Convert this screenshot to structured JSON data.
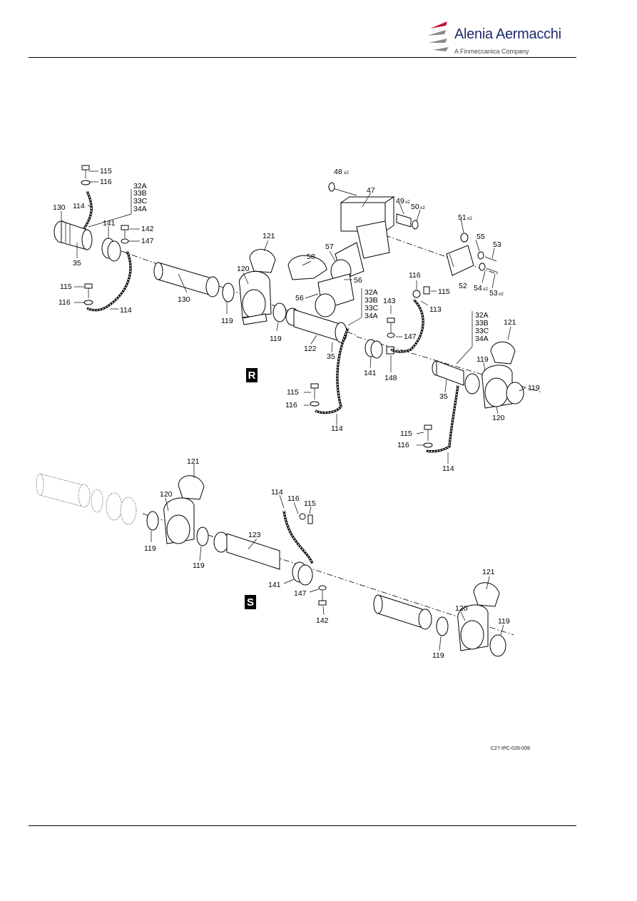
{
  "header": {
    "brand": "Alenia Aermacchi",
    "tagline": "A Finmeccanica Company"
  },
  "figure": {
    "reference": "C27-IPC-026-009",
    "view_r": "R",
    "view_s": "S",
    "labels": {
      "l48": "48",
      "l48q": "x2",
      "l47": "47",
      "l49": "49",
      "l49q": "x2",
      "l50": "50",
      "l50q": "x2",
      "l51": "51",
      "l51q": "x2",
      "l55": "55",
      "l53a": "53",
      "l52": "52",
      "l54": "54",
      "l54q": "x2",
      "l53b": "53",
      "l53bq": "x2",
      "l121a": "121",
      "l58": "58",
      "l57": "57",
      "l120a": "120",
      "l56a": "56",
      "l56b": "56",
      "l115a": "115",
      "l116a": "116",
      "l114a": "114",
      "l130a": "130",
      "l141a": "141",
      "l142a": "142",
      "l147a": "147",
      "l35a": "35",
      "l115b": "115",
      "l116b": "116",
      "l114b": "114",
      "l130b": "130",
      "l119a": "119",
      "l119b": "119",
      "p1": [
        "32A",
        "33B",
        "33C",
        "34A"
      ],
      "p2": [
        "32A",
        "33B",
        "33C",
        "34A"
      ],
      "p3": [
        "32A",
        "33B",
        "33C",
        "34A"
      ],
      "l116c": "116",
      "l115c": "115",
      "l113": "113",
      "l143": "143",
      "l147b": "147",
      "l122": "122",
      "l35b": "35",
      "l141b": "141",
      "l148": "148",
      "l115d": "115",
      "l116d": "116",
      "l114c": "114",
      "l121b": "121",
      "l119c": "119",
      "l119d": "119",
      "l35c": "35",
      "l120b": "120",
      "l115e": "115",
      "l116e": "116",
      "l114d": "114",
      "l121c": "121",
      "l120c": "120",
      "l119e": "119",
      "l119f": "119",
      "l114e": "114",
      "l116f": "116",
      "l115f": "115",
      "l123": "123",
      "l141c": "141",
      "l147c": "147",
      "l142b": "142",
      "l121d": "121",
      "l120d": "120",
      "l119g": "119",
      "l119h": "119"
    }
  }
}
